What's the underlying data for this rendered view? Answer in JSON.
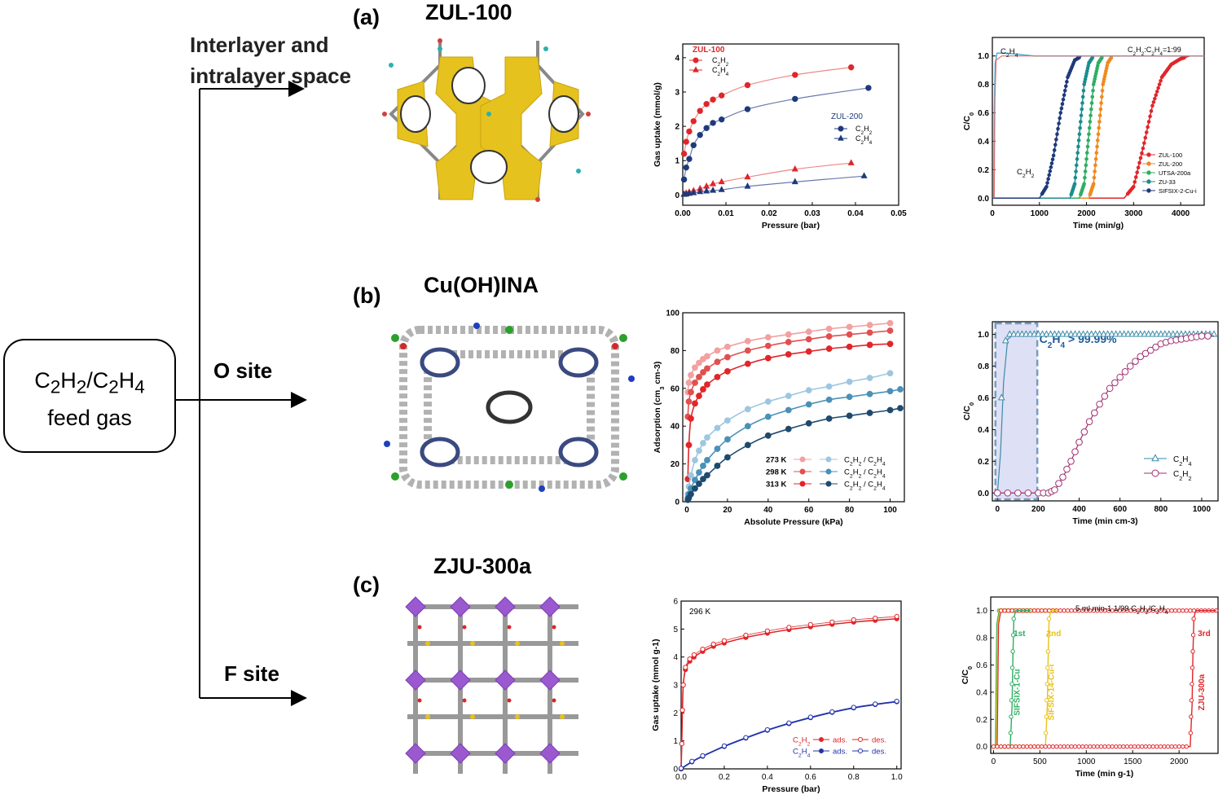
{
  "feed": {
    "line1_parts": [
      "C",
      "2",
      "H",
      "2",
      "/C",
      "2",
      "H",
      "4"
    ],
    "line2": "feed gas"
  },
  "branches": [
    {
      "line1": "Interlayer and",
      "line2": "intralayer space"
    },
    {
      "line1": "O site"
    },
    {
      "line1": "F site"
    }
  ],
  "panels": [
    {
      "tag": "(a)",
      "material": "ZUL-100"
    },
    {
      "tag": "(b)",
      "material": "Cu(OH)INA"
    },
    {
      "tag": "(c)",
      "material": "ZJU-300a"
    }
  ],
  "colors": {
    "red": "#e0262a",
    "navy": "#1f3a7a",
    "orange": "#ef8a1e",
    "green": "#2eae62",
    "teal": "#1c8c8c",
    "blue": "#2233aa",
    "lightred": "#f2a0a0",
    "midred": "#e05050",
    "lightblue": "#9ec7df",
    "midblue": "#4a90b8",
    "darkblue": "#1f4a6e",
    "purple": "#8e44ad",
    "yellow": "#e8c21a",
    "crystal_yellow": "#e6c21f"
  },
  "chart_data": [
    {
      "type": "line",
      "id": "a1",
      "xlabel": "Pressure (bar)",
      "ylabel": "Gas uptake (mmol/g)",
      "xlim": [
        0,
        0.05
      ],
      "ylim": [
        -0.3,
        4.4
      ],
      "xticks": [
        "0.00",
        "0.01",
        "0.02",
        "0.03",
        "0.04",
        "0.05"
      ],
      "yticks": [
        "0",
        "1",
        "2",
        "3",
        "4"
      ],
      "legend_groups": [
        {
          "title": "ZUL-100",
          "entries": [
            "C2H2",
            "C2H4"
          ]
        },
        {
          "title": "ZUL-200",
          "entries": [
            "C2H2",
            "C2H4"
          ]
        }
      ],
      "series": [
        {
          "x": [
            0.0003,
            0.0008,
            0.0015,
            0.0025,
            0.004,
            0.0055,
            0.007,
            0.009,
            0.015,
            0.026,
            0.039
          ],
          "y": [
            1.2,
            1.55,
            1.85,
            2.15,
            2.45,
            2.65,
            2.78,
            2.9,
            3.2,
            3.5,
            3.72
          ]
        },
        {
          "x": [
            0.0003,
            0.0008,
            0.0015,
            0.0025,
            0.004,
            0.0055,
            0.007,
            0.009,
            0.015,
            0.026,
            0.039
          ],
          "y": [
            0.02,
            0.05,
            0.08,
            0.12,
            0.18,
            0.25,
            0.32,
            0.38,
            0.52,
            0.75,
            0.93
          ]
        },
        {
          "x": [
            0.0003,
            0.0008,
            0.0015,
            0.0025,
            0.004,
            0.0055,
            0.007,
            0.009,
            0.015,
            0.026,
            0.043
          ],
          "y": [
            0.45,
            0.8,
            1.05,
            1.45,
            1.75,
            1.95,
            2.1,
            2.2,
            2.5,
            2.8,
            3.12
          ]
        },
        {
          "x": [
            0.0003,
            0.0008,
            0.0015,
            0.0025,
            0.004,
            0.0055,
            0.007,
            0.009,
            0.015,
            0.026,
            0.042
          ],
          "y": [
            0.01,
            0.02,
            0.04,
            0.06,
            0.09,
            0.11,
            0.13,
            0.15,
            0.25,
            0.38,
            0.55
          ]
        }
      ]
    },
    {
      "type": "line",
      "id": "a2",
      "xlabel": "Time (min/g)",
      "ylabel": "C/C0",
      "xlim": [
        0,
        4500
      ],
      "ylim": [
        -0.05,
        1.13
      ],
      "xticks": [
        "0",
        "1000",
        "2000",
        "3000",
        "4000"
      ],
      "yticks": [
        "0.0",
        "0.2",
        "0.4",
        "0.6",
        "0.8",
        "1.0"
      ],
      "annotations": [
        "C2H4",
        "C2H2",
        "C2H2:C2H4=1:99"
      ],
      "series": [
        {
          "name": "ZUL-100",
          "x": [
            0,
            2800,
            3000,
            3200,
            3400,
            3600,
            3800,
            4000,
            4200,
            4500
          ],
          "y": [
            0,
            0,
            0.08,
            0.35,
            0.65,
            0.85,
            0.94,
            0.98,
            1.0,
            1.0
          ]
        },
        {
          "name": "ZUL-200",
          "x": [
            0,
            2050,
            2150,
            2250,
            2350,
            2450,
            2550,
            4500
          ],
          "y": [
            0,
            0,
            0.1,
            0.45,
            0.8,
            0.95,
            1.0,
            1.0
          ]
        },
        {
          "name": "UTSA-200a",
          "x": [
            0,
            1850,
            1950,
            2050,
            2150,
            2250,
            2350,
            4500
          ],
          "y": [
            0,
            0,
            0.1,
            0.45,
            0.8,
            0.95,
            1.0,
            1.0
          ]
        },
        {
          "name": "ZU-33",
          "x": [
            0,
            1650,
            1750,
            1850,
            1950,
            2050,
            2150,
            4500
          ],
          "y": [
            0,
            0,
            0.1,
            0.45,
            0.8,
            0.95,
            1.0,
            1.0
          ]
        },
        {
          "name": "SIFSIX-2-Cu-i",
          "x": [
            0,
            1000,
            1150,
            1300,
            1450,
            1600,
            1750,
            1900,
            4500
          ],
          "y": [
            0,
            0,
            0.08,
            0.3,
            0.6,
            0.85,
            0.97,
            1.0,
            1.0
          ]
        }
      ]
    },
    {
      "type": "line",
      "id": "b1",
      "xlabel": "Absolute Pressure (kPa)",
      "ylabel": "Adsorption (cm3 cm-3)",
      "xlim": [
        -2,
        107
      ],
      "ylim": [
        0,
        100
      ],
      "xticks": [
        "0",
        "20",
        "40",
        "60",
        "80",
        "100"
      ],
      "yticks": [
        "0",
        "20",
        "40",
        "60",
        "80",
        "100"
      ],
      "legend_rows": [
        {
          "temp": "273 K",
          "pair": "C2H2 / C2H4"
        },
        {
          "temp": "298 K",
          "pair": "C2H2 / C2H4"
        },
        {
          "temp": "313 K",
          "pair": "C2H2 / C2H4"
        }
      ],
      "series": [
        {
          "x": [
            0.5,
            1,
            2,
            4,
            6,
            8,
            10,
            15,
            20,
            30,
            40,
            50,
            60,
            70,
            80,
            90,
            100
          ],
          "y": [
            58,
            63,
            67,
            71,
            73.5,
            75.5,
            77,
            80,
            82,
            85,
            87,
            88.5,
            90,
            91.5,
            92.5,
            93.5,
            94.5
          ]
        },
        {
          "x": [
            0.5,
            1,
            2,
            4,
            6,
            8,
            10,
            15,
            20,
            30,
            40,
            50,
            60,
            70,
            80,
            90,
            100
          ],
          "y": [
            45,
            53,
            58,
            63,
            66,
            68.5,
            70.5,
            74,
            76.5,
            80,
            82.5,
            84.5,
            86,
            87.5,
            88.5,
            89.5,
            90.5
          ]
        },
        {
          "x": [
            0.5,
            1,
            2,
            4,
            6,
            8,
            10,
            15,
            20,
            30,
            40,
            50,
            60,
            70,
            80,
            90,
            100
          ],
          "y": [
            12,
            30,
            44,
            52,
            56,
            59.5,
            62,
            66,
            69,
            73,
            76,
            78,
            79.5,
            81,
            82,
            83,
            83.5
          ]
        },
        {
          "x": [
            0.5,
            1,
            2,
            4,
            6,
            8,
            10,
            15,
            20,
            30,
            40,
            50,
            60,
            70,
            80,
            90,
            100
          ],
          "y": [
            4,
            8,
            14,
            22,
            27,
            31,
            34,
            39,
            43,
            49,
            53,
            56,
            59,
            61,
            63.5,
            65.5,
            68
          ]
        },
        {
          "x": [
            0.5,
            1,
            2,
            4,
            6,
            8,
            10,
            15,
            20,
            30,
            40,
            50,
            60,
            70,
            80,
            90,
            100,
            105
          ],
          "y": [
            2,
            4,
            7,
            11.5,
            15.5,
            19,
            22,
            28,
            33,
            40,
            45,
            48.5,
            51.5,
            54,
            55.5,
            57,
            58.5,
            59.5
          ]
        },
        {
          "x": [
            0.5,
            1,
            2,
            4,
            6,
            8,
            10,
            15,
            20,
            30,
            40,
            50,
            60,
            70,
            80,
            90,
            100,
            105
          ],
          "y": [
            1,
            2,
            4,
            7,
            9.5,
            12,
            14,
            19,
            23.5,
            30,
            35,
            38.5,
            41.5,
            44,
            45.5,
            47,
            48.5,
            49.5
          ]
        }
      ]
    },
    {
      "type": "line",
      "id": "b2",
      "xlabel": "Time (min cm-3)",
      "ylabel": "C/C0",
      "xlim": [
        -25,
        1080
      ],
      "ylim": [
        -0.05,
        1.08
      ],
      "xticks": [
        "0",
        "200",
        "400",
        "600",
        "800",
        "1000"
      ],
      "yticks": [
        "0.0",
        "0.2",
        "0.4",
        "0.6",
        "0.8",
        "1.0"
      ],
      "annotation": "C2H4 > 99.99%",
      "series": [
        {
          "name": "C2H4",
          "x": [
            0,
            15,
            30,
            50,
            70,
            100,
            150,
            200,
            300,
            400,
            500,
            600,
            700,
            800,
            900,
            1000,
            1060
          ],
          "y": [
            0,
            0.25,
            0.7,
            0.97,
            0.99,
            1.0,
            1.0,
            1.0,
            1.0,
            1.0,
            1.0,
            1.0,
            1.0,
            1.0,
            1.0,
            1.0,
            1.0
          ]
        },
        {
          "name": "C2H2",
          "x": [
            0,
            100,
            200,
            250,
            280,
            320,
            360,
            400,
            450,
            500,
            550,
            600,
            650,
            700,
            750,
            800,
            850,
            900,
            950,
            1000,
            1060
          ],
          "y": [
            0,
            0,
            0,
            0,
            0.02,
            0.1,
            0.2,
            0.32,
            0.45,
            0.56,
            0.66,
            0.73,
            0.8,
            0.86,
            0.9,
            0.94,
            0.96,
            0.97,
            0.98,
            0.99,
            0.99
          ]
        }
      ]
    },
    {
      "type": "line",
      "id": "c1",
      "xlabel": "Pressure (bar)",
      "ylabel": "Gas uptake (mmol g-1)",
      "xlim": [
        0,
        1.02
      ],
      "ylim": [
        0,
        6
      ],
      "xticks": [
        "0.0",
        "0.2",
        "0.4",
        "0.6",
        "0.8",
        "1.0"
      ],
      "yticks": [
        "0",
        "1",
        "2",
        "3",
        "4",
        "5",
        "6"
      ],
      "annotation": "296 K",
      "legend_rows": [
        {
          "gas": "C2H2",
          "ads": "ads.",
          "des": "des."
        },
        {
          "gas": "C2H4",
          "ads": "ads.",
          "des": "des."
        }
      ],
      "series": [
        {
          "x": [
            0,
            0.003,
            0.006,
            0.01,
            0.02,
            0.04,
            0.06,
            0.1,
            0.15,
            0.2,
            0.3,
            0.4,
            0.5,
            0.6,
            0.7,
            0.8,
            0.9,
            1.0
          ],
          "y": [
            0,
            0.9,
            2.1,
            3.0,
            3.55,
            3.85,
            4.0,
            4.2,
            4.38,
            4.5,
            4.7,
            4.85,
            4.98,
            5.08,
            5.17,
            5.25,
            5.31,
            5.37
          ]
        },
        {
          "x": [
            0,
            0.05,
            0.1,
            0.2,
            0.3,
            0.4,
            0.5,
            0.6,
            0.7,
            0.8,
            0.9,
            1.0
          ],
          "y": [
            0,
            0.25,
            0.45,
            0.8,
            1.1,
            1.38,
            1.62,
            1.83,
            2.02,
            2.18,
            2.3,
            2.4
          ]
        }
      ]
    },
    {
      "type": "line",
      "id": "c2",
      "xlabel": "Time (min g-1)",
      "ylabel": "C/C0",
      "xlim": [
        -30,
        2420
      ],
      "ylim": [
        -0.05,
        1.1
      ],
      "xticks": [
        "0",
        "500",
        "1000",
        "1500",
        "2000"
      ],
      "yticks": [
        "0.0",
        "0.2",
        "0.4",
        "0.6",
        "0.8",
        "1.0"
      ],
      "annotation": "5 ml min-1  1/99 C2H2/C2H4",
      "run_labels": [
        "1st",
        "2nd",
        "3rd"
      ],
      "series": [
        {
          "name": "SIFSIX-1-Cu",
          "x": [
            0,
            180,
            200,
            210,
            220,
            240,
            400
          ],
          "y": [
            0,
            0,
            0.3,
            0.7,
            0.95,
            1.0,
            1.0
          ]
        },
        {
          "name": "SIFSIX-14-Cu-i",
          "x": [
            0,
            560,
            580,
            590,
            600,
            620,
            700
          ],
          "y": [
            0,
            0,
            0.3,
            0.7,
            0.95,
            1.0,
            1.0
          ]
        },
        {
          "name": "ZJU-300a",
          "x": [
            0,
            2120,
            2140,
            2150,
            2160,
            2180,
            2400
          ],
          "y": [
            0,
            0,
            0.3,
            0.7,
            0.95,
            1.0,
            1.0
          ]
        }
      ]
    }
  ]
}
